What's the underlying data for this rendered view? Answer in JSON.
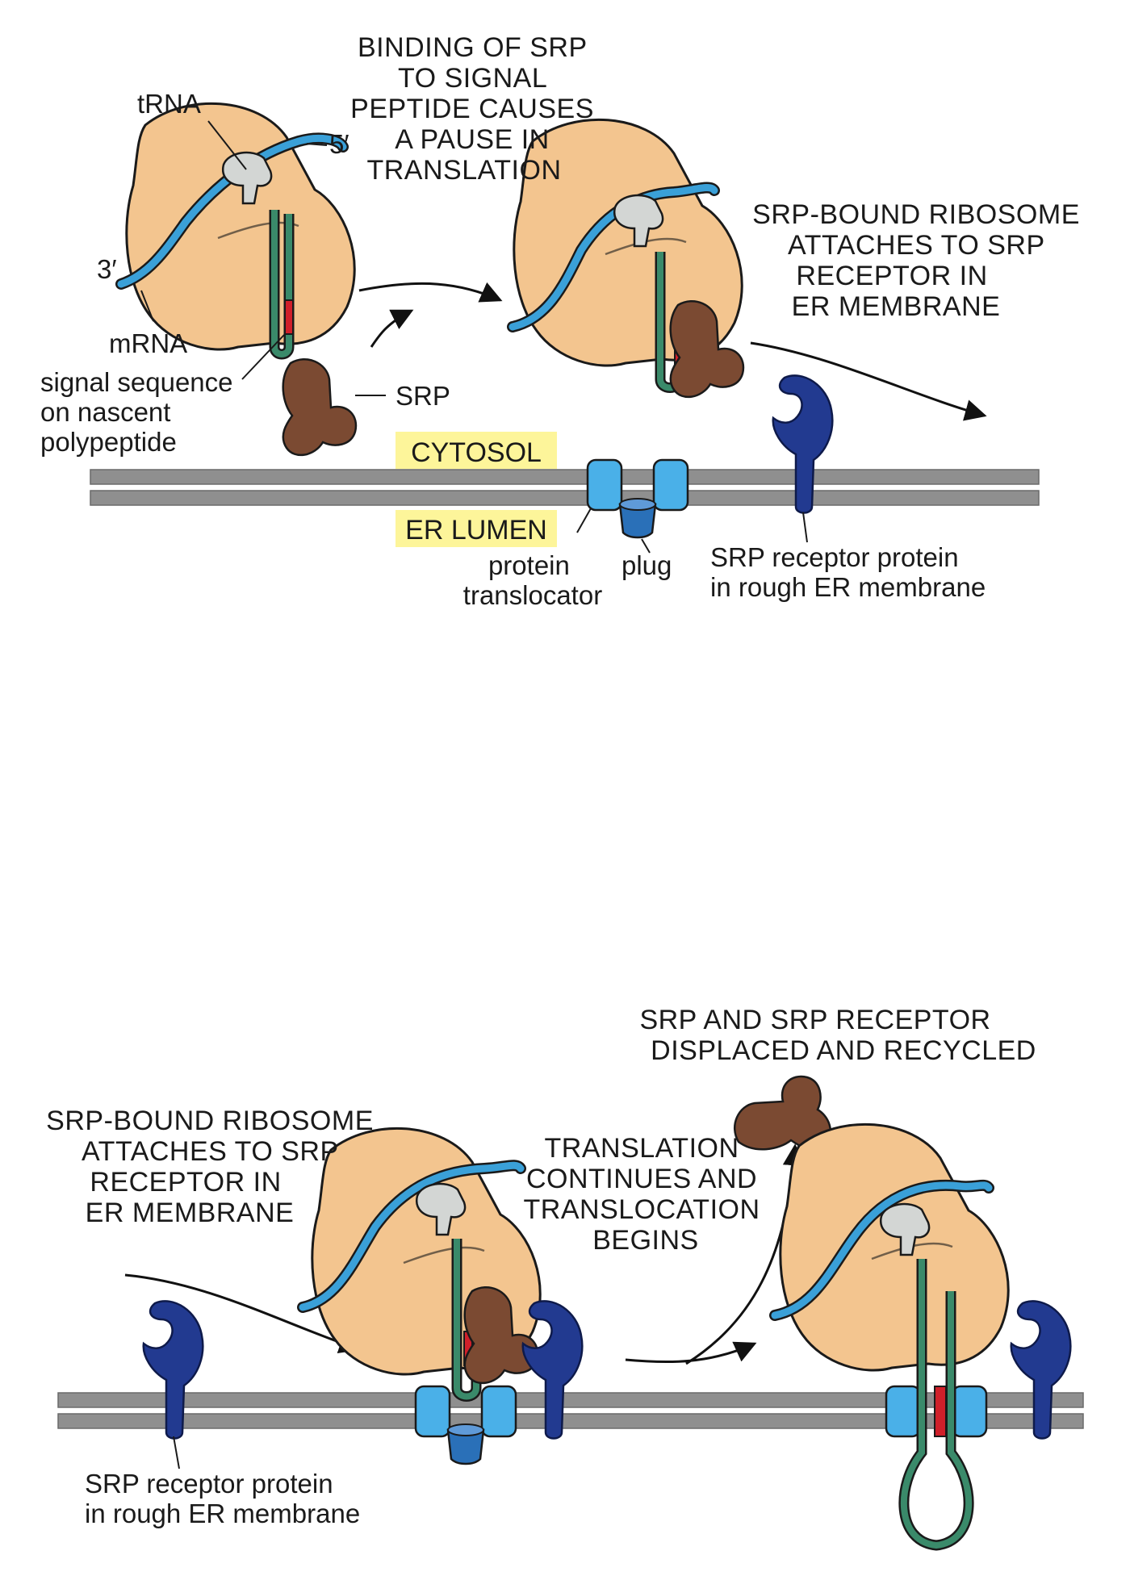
{
  "panel1": {
    "caption_top": [
      "BINDING OF SRP",
      "TO SIGNAL",
      "PEPTIDE CAUSES",
      "A PAUSE IN",
      "TRANSLATION"
    ],
    "caption_right": [
      "SRP-BOUND RIBOSOME",
      "ATTACHES TO SRP",
      "RECEPTOR IN",
      "ER MEMBRANE"
    ],
    "label_trna": "tRNA",
    "label_five_prime": "5′",
    "label_three_prime": "3′",
    "label_mrna": "mRNA",
    "label_signal": [
      "signal sequence",
      "on nascent",
      "polypeptide"
    ],
    "label_srp": "SRP",
    "label_cytosol": "CYTOSOL",
    "label_er_lumen": "ER LUMEN",
    "label_translocator": [
      "protein",
      "translocator"
    ],
    "label_plug": "plug",
    "label_receptor": [
      "SRP receptor protein",
      "in rough ER membrane"
    ]
  },
  "panel2": {
    "caption_recycled": [
      "SRP AND SRP RECEPTOR",
      "DISPLACED AND RECYCLED"
    ],
    "caption_left": [
      "SRP-BOUND RIBOSOME",
      "ATTACHES TO SRP",
      "RECEPTOR IN",
      "ER MEMBRANE"
    ],
    "caption_middle": [
      "TRANSLATION",
      "CONTINUES AND",
      "TRANSLOCATION",
      "BEGINS"
    ],
    "label_receptor": [
      "SRP receptor protein",
      "in rough ER membrane"
    ]
  },
  "colors": {
    "ribosome": "#f3c58f",
    "mrna": "#3aa0d8",
    "trna": "#d3d6d4",
    "polypeptide": "#3a8a6a",
    "signal": "#d0202a",
    "srp": "#7b4a32",
    "receptor": "#223a90",
    "translocator": "#4ab0e8",
    "plug": "#2a70b8",
    "membrane": "#8f8f8f",
    "highlight": "#fdf59a"
  }
}
